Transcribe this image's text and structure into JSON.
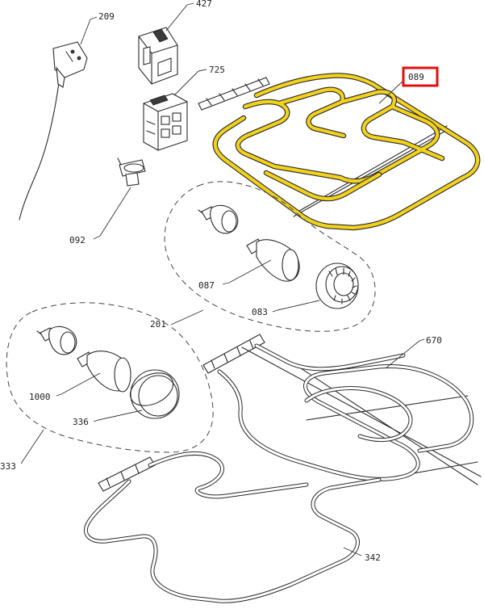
{
  "labels": {
    "p209": "209",
    "p427": "427",
    "p725": "725",
    "p089": "089",
    "p092": "092",
    "p087": "087",
    "p083": "083",
    "p201": "201",
    "p670": "670",
    "p1000": "1000",
    "p336": "336",
    "p333": "333",
    "p342": "342"
  },
  "highlight": {
    "part": "089",
    "color": "#e01010"
  },
  "colors": {
    "highlighted_element": "#f3d21c",
    "line": "#2b2b2b"
  }
}
